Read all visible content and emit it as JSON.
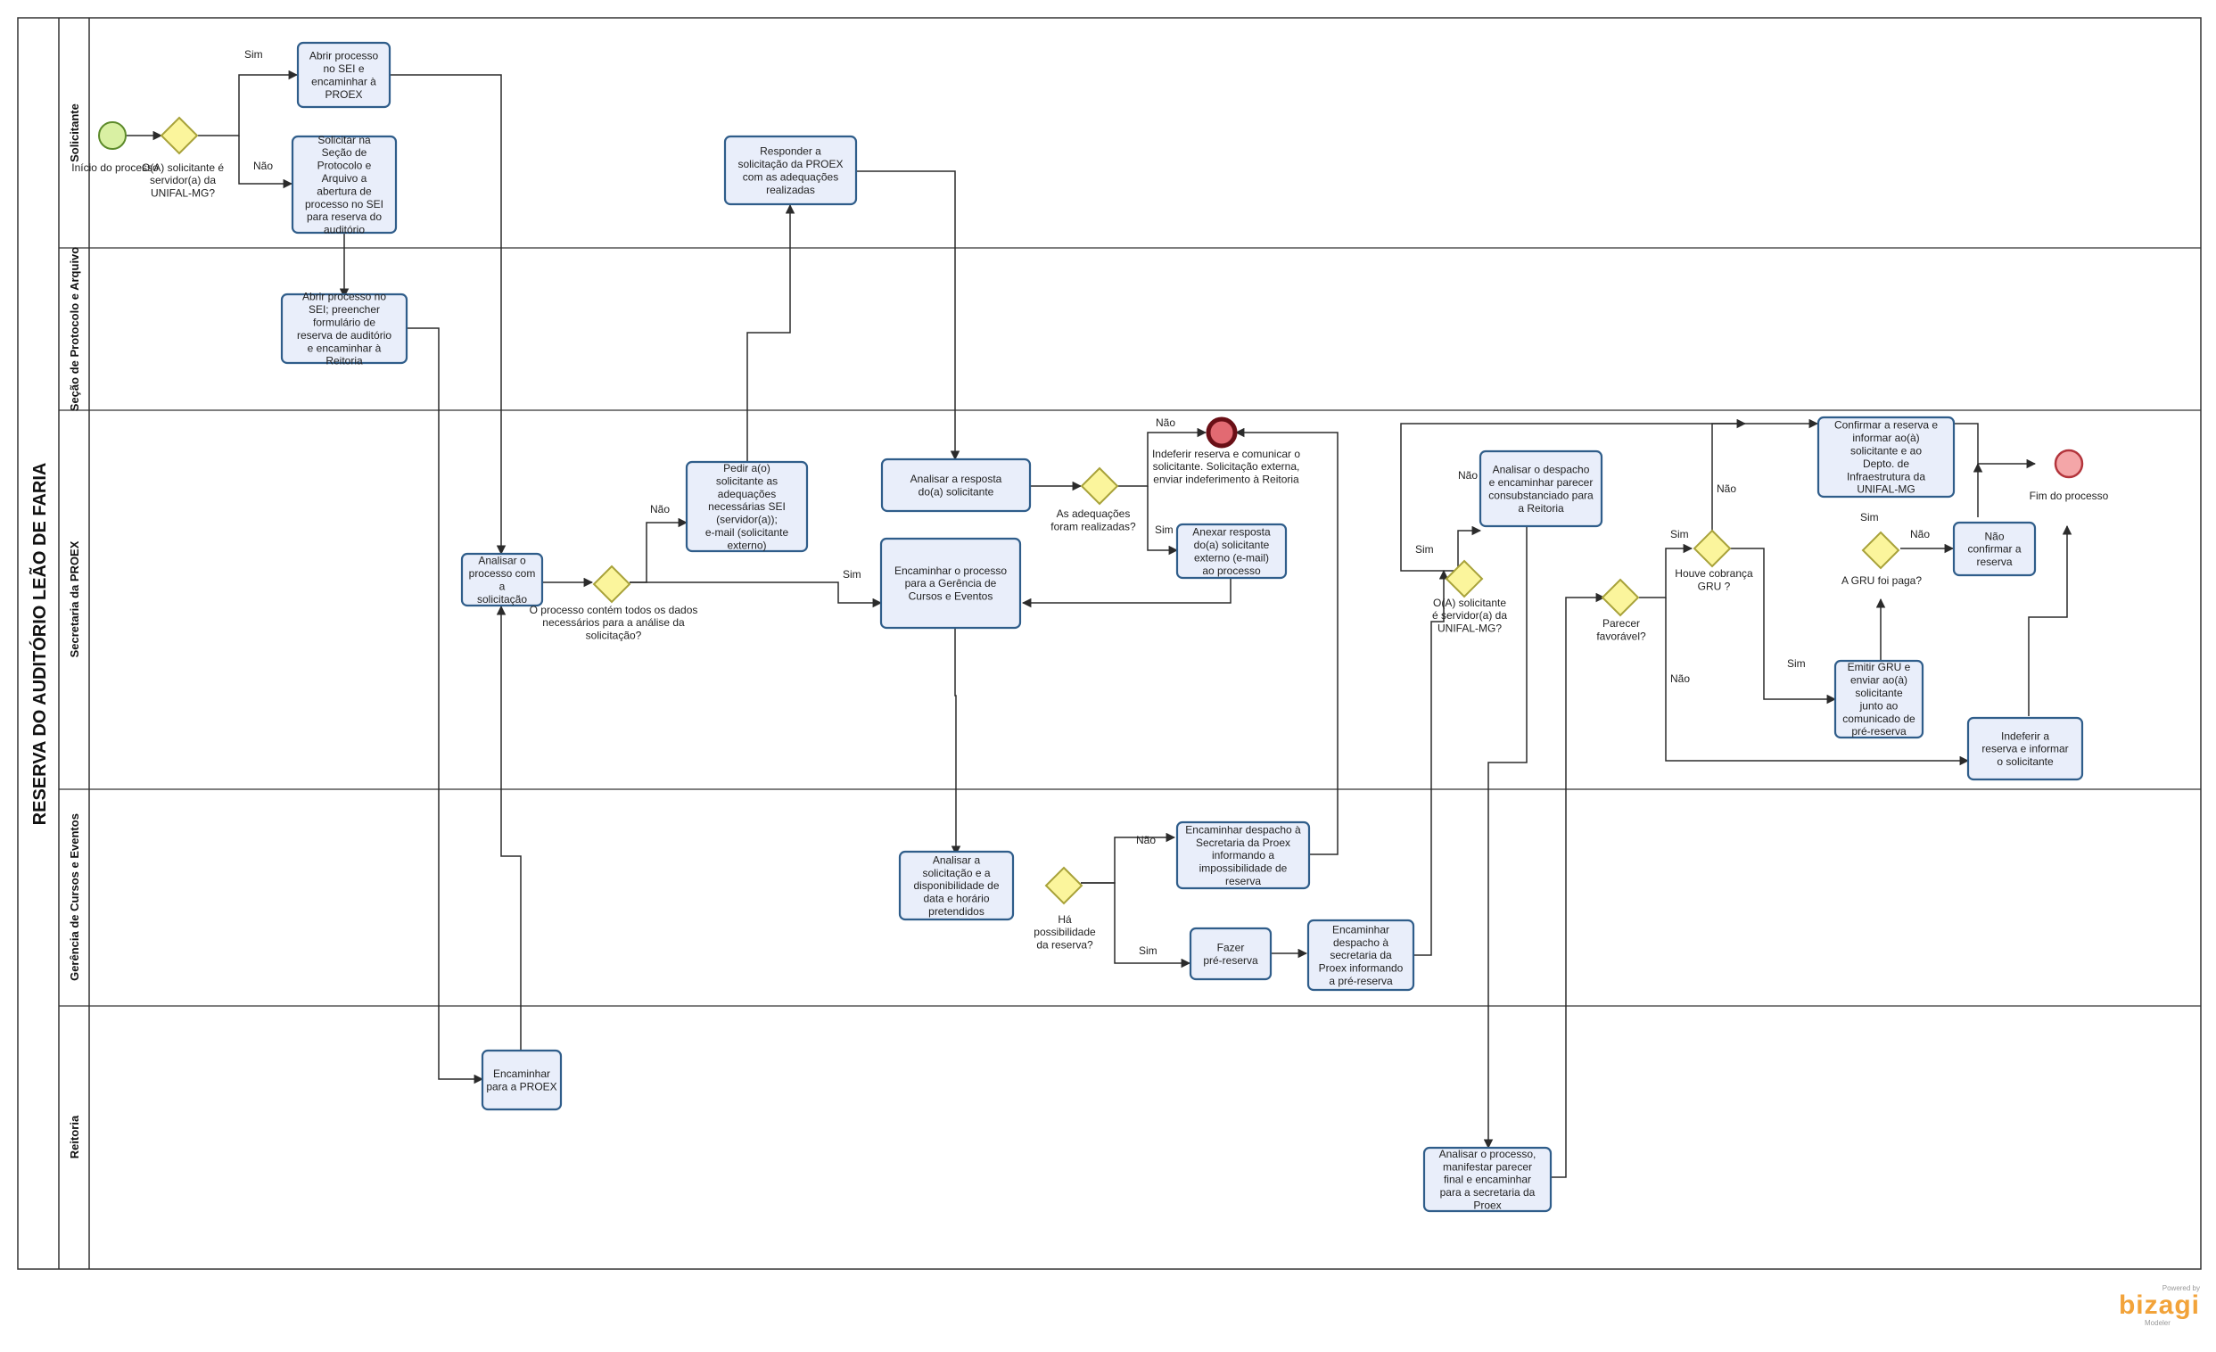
{
  "pool": {
    "title": "RESERVA DO AUDITÓRIO LEÃO DE FARIA"
  },
  "lanes": [
    "Solicitante",
    "Seção de Protocolo e Arquivo",
    "Secretaria da PROEX",
    "Gerência de Cursos e Eventos",
    "Reitoria"
  ],
  "events": {
    "start": "Início do processo",
    "end": "Fim do processo"
  },
  "tasks": {
    "t1": "Abrir processo no SEI e encaminhar à PROEX",
    "t2": "Solicitar na Seção de Protocolo e Arquivo a abertura de processo no SEI para reserva do auditório",
    "t3": "Abrir processo no SEI; preencher formulário de reserva de auditório e encaminhar à Reitoria",
    "t4": "Responder a solicitação da PROEX com as adequações realizadas",
    "t5": "Pedir a(o) solicitante as adequações necessárias SEI (servidor(a)); e-mail (solicitante externo)",
    "t6": "Analisar a resposta do(a) solicitante",
    "t7": "Analisar o processo com a solicitação",
    "t8": "Encaminhar o processo para a Gerência de Cursos e Eventos",
    "t9": "Indeferir reserva e comunicar o solicitante. Solicitação externa, enviar indeferimento à Reitoria",
    "t10": "Anexar resposta do(a) solicitante externo (e-mail) ao processo",
    "t11": "Analisar o despacho e encaminhar parecer consubstanciado para a Reitoria",
    "t12": "Confirmar a reserva e informar ao(à) solicitante e ao Depto. de Infraestrutura da UNIFAL-MG",
    "t13": "Não confirmar a reserva",
    "t14": "Emitir GRU e enviar ao(à) solicitante junto ao comunicado de pré-reserva",
    "t15": "Indeferir a reserva e informar o solicitante",
    "t16": "Analisar a solicitação e a disponibilidade de data e horário pretendidos",
    "t17": "Encaminhar despacho à Secretaria da Proex informando a impossibilidade de reserva",
    "t18": "Fazer pré-reserva",
    "t19": "Encaminhar despacho à secretaria da Proex informando a pré-reserva",
    "t20": "Encaminhar para a PROEX",
    "t21": "Analisar o processo, manifestar parecer final e encaminhar para a secretaria da Proex"
  },
  "gateways": {
    "g1": "O(A) solicitante é servidor(a) da UNIFAL-MG?",
    "g2": "O processo contém todos os dados necessários para a análise da solicitação?",
    "g3": "As adequações foram realizadas?",
    "g4": "O(A) solicitante é servidor(a) da UNIFAL-MG?",
    "g5": "Parecer favorável?",
    "g6": "Houve cobrança GRU ?",
    "g7": "A GRU foi paga?",
    "g8": "Há possibilidade da reserva?"
  },
  "flow_labels": {
    "sim": "Sim",
    "nao": "Não"
  },
  "brand": {
    "powered": "Powered by",
    "name": "bizagi",
    "product": "Modeler"
  }
}
